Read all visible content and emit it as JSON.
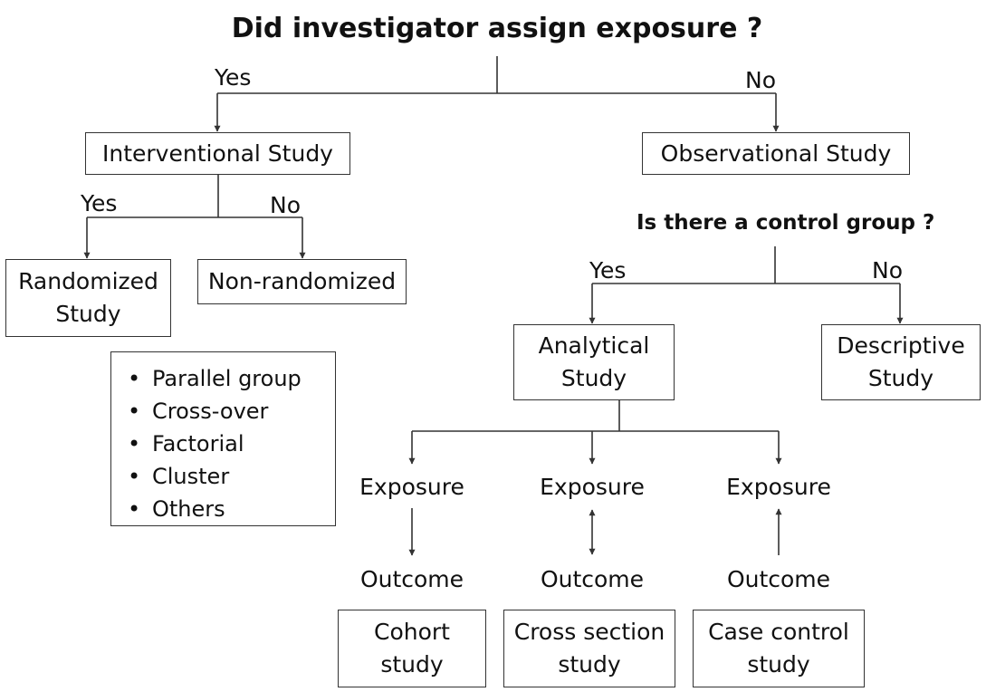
{
  "questions": {
    "assign_exposure": "Did investigator assign exposure ?",
    "control_group": "Is there a control group ?"
  },
  "edge_labels": {
    "yes": "Yes",
    "no": "No"
  },
  "nodes": {
    "interventional": "Interventional Study",
    "observational": "Observational Study",
    "randomized": {
      "line1": "Randomized",
      "line2": "Study"
    },
    "non_randomized": "Non-randomized",
    "analytical": {
      "line1": "Analytical",
      "line2": "Study"
    },
    "descriptive": {
      "line1": "Descriptive",
      "line2": "Study"
    },
    "cohort": {
      "line1": "Cohort",
      "line2": "study"
    },
    "cross_section": {
      "line1": "Cross section",
      "line2": "study"
    },
    "case_control": {
      "line1": "Case control",
      "line2": "study"
    }
  },
  "randomized_designs": [
    "Parallel group",
    "Cross-over",
    "Factorial",
    "Cluster",
    "Others"
  ],
  "bullet_glyph": "•",
  "exposure_label": "Exposure",
  "outcome_label": "Outcome"
}
